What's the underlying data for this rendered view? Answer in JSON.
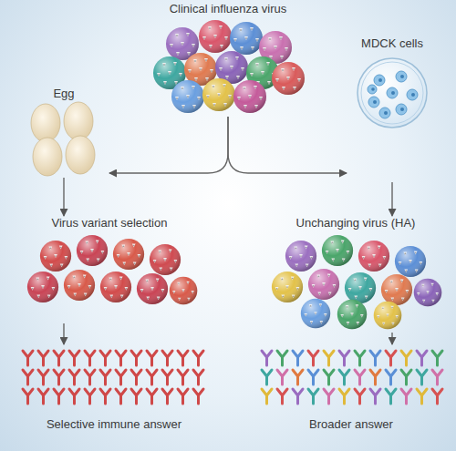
{
  "diagram": {
    "nodes": [
      {
        "text": [
          "Clinical influenza virus"
        ]
      },
      {
        "text": [
          "Egg"
        ]
      },
      {
        "text": [
          "MDCK cells"
        ]
      },
      {
        "text": [
          "Virus variant selection"
        ]
      },
      {
        "text": [
          "Unchanging virus (HA)"
        ]
      },
      {
        "text": [
          "Selective immune answer"
        ]
      },
      {
        "text": [
          "Broader answer"
        ]
      }
    ],
    "edges": [
      {
        "from": 0,
        "to": 1,
        "arrow": "to"
      },
      {
        "from": 0,
        "to": 2,
        "arrow": "to"
      },
      {
        "from": 1,
        "to": 3,
        "arrow": "to"
      },
      {
        "from": 2,
        "to": 4,
        "arrow": "to"
      },
      {
        "from": 3,
        "to": 5,
        "arrow": "to"
      },
      {
        "from": 4,
        "to": 6,
        "arrow": "to"
      }
    ]
  }
}
